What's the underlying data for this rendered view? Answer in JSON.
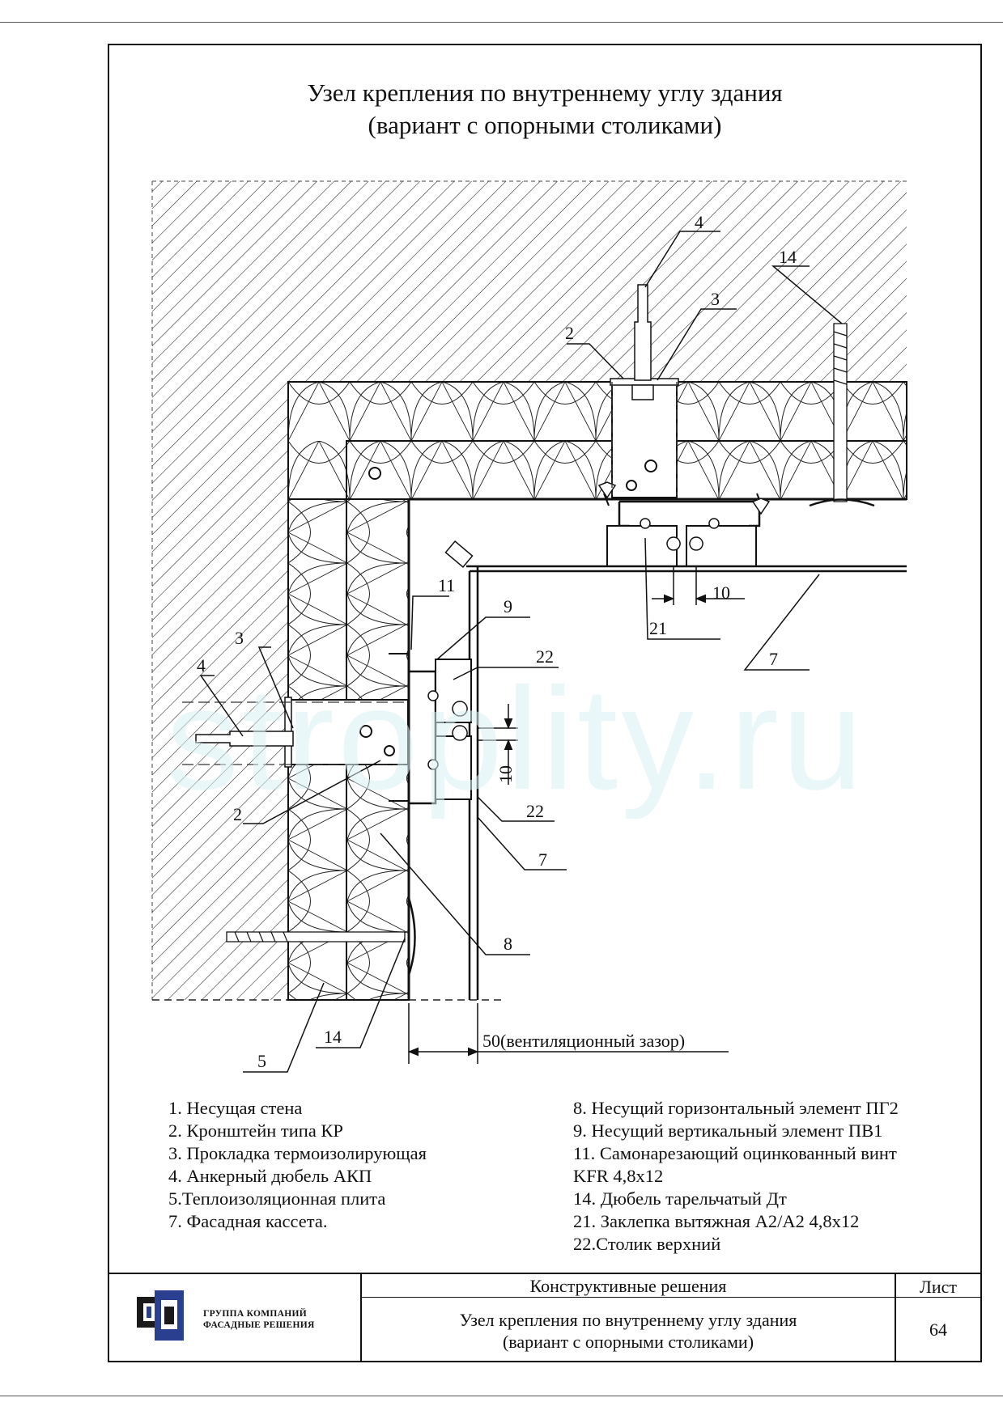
{
  "title": {
    "line1": "Узел крепления по внутреннему углу здания",
    "line2": "(вариант с опорными столиками)"
  },
  "watermark": "stroplity.ru",
  "callouts": {
    "c4_top": "4",
    "c14_top": "14",
    "c3_top": "3",
    "c2_top": "2",
    "c11": "11",
    "c9": "9",
    "c22_top": "22",
    "c10_right": "10",
    "c21": "21",
    "c7_right": "7",
    "c3_left": "3",
    "c4_left": "4",
    "c2_left": "2",
    "c10_mid": "10",
    "c22_bottom": "22",
    "c7_bottom": "7",
    "c8": "8",
    "c14_bottom": "14",
    "c5": "5",
    "gap_dimension": "50(вентиляционный зазор)"
  },
  "legend_left": [
    "1. Несущая стена",
    "2. Кронштейн типа КР",
    "3. Прокладка термоизолирующая",
    "4. Анкерный дюбель АКП",
    "5.Теплоизоляционная плита",
    "7. Фасадная кассета."
  ],
  "legend_right": [
    "8. Несущий горизонтальный элемент ПГ2",
    "9. Несущий вертикальный элемент ПВ1",
    "11. Самонарезающий оцинкованный винт",
    "KFR 4,8x12",
    "14. Дюбель тарельчатый Дт",
    "21. Заклепка вытяжная А2/А2 4,8x12",
    "22.Столик верхний"
  ],
  "title_block": {
    "company_line1": "ГРУППА КОМПАНИЙ",
    "company_line2": "ФАСАДНЫЕ РЕШЕНИЯ",
    "section": "Конструктивные решения",
    "sheet_label": "Лист",
    "drawing_title_line1": "Узел крепления по внутреннему углу здания",
    "drawing_title_line2": "(вариант с опорными столиками)",
    "sheet_number": "64"
  },
  "colors": {
    "ink": "#111111",
    "logo_blue": "#2a3f8f",
    "logo_dark": "#1a1a1a",
    "watermark": "#daf1f4"
  }
}
